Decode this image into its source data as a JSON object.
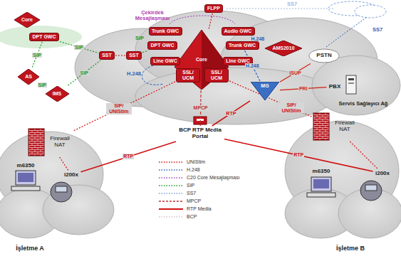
{
  "diagram": {
    "nodes": [
      {
        "text": [
          "Core"
        ]
      },
      {
        "text": [
          "DPT GWC"
        ]
      },
      {
        "text": [
          "SST"
        ]
      },
      {
        "text": [
          "SST"
        ]
      },
      {
        "text": [
          "AS"
        ]
      },
      {
        "text": [
          "IMS"
        ]
      },
      {
        "text": [
          "Core"
        ]
      },
      {
        "text": [
          "FLPP"
        ]
      },
      {
        "text": [
          "Trunk GWC"
        ]
      },
      {
        "text": [
          "Audio GWC"
        ]
      },
      {
        "text": [
          "DPT GWC"
        ]
      },
      {
        "text": [
          "Trunk GWC"
        ]
      },
      {
        "text": [
          "Line GWC"
        ]
      },
      {
        "text": [
          "Line GWC"
        ]
      },
      {
        "text": [
          "SSL/ UCM"
        ]
      },
      {
        "text": [
          "SSL/ UCM"
        ]
      },
      {
        "text": [
          "AMS2010"
        ]
      },
      {
        "text": [
          "PSTN"
        ]
      },
      {
        "text": [
          "MG"
        ]
      },
      {
        "text": [
          "PBX"
        ]
      },
      {
        "text": [
          "BCP RTP Media Portal"
        ]
      },
      {
        "text": [
          "Firewall NAT"
        ]
      },
      {
        "text": [
          "m6350"
        ]
      },
      {
        "text": [
          "i200x"
        ]
      },
      {
        "text": [
          "Firewall NAT"
        ]
      },
      {
        "text": [
          "m6350"
        ]
      },
      {
        "text": [
          "i200x"
        ]
      }
    ],
    "edges": [
      {
        "from": 1,
        "to": 2,
        "label": "SIP",
        "arrow": "none"
      },
      {
        "from": 2,
        "to": 3,
        "arrow": "none"
      },
      {
        "from": 3,
        "to": 10,
        "arrow": "none"
      },
      {
        "from": 1,
        "to": 4,
        "label": "SIP",
        "arrow": "none"
      },
      {
        "from": 4,
        "to": 5,
        "label": "SIP",
        "arrow": "none"
      },
      {
        "from": 5,
        "to": 2,
        "label": "SIP",
        "arrow": "none"
      },
      {
        "from": 7,
        "to": 6,
        "arrow": "none"
      },
      {
        "from": 9,
        "to": 16,
        "label": "H.248",
        "arrow": "none"
      },
      {
        "from": 11,
        "to": 18,
        "label": "H.248",
        "arrow": "none"
      },
      {
        "from": 18,
        "to": 17,
        "label": "ISUP",
        "arrow": "none"
      },
      {
        "from": 18,
        "to": 19,
        "label": "PRI",
        "arrow": "none"
      },
      {
        "from": 14,
        "to": 21,
        "label": "SIP/ UNIStim",
        "arrow": "none"
      },
      {
        "from": 21,
        "to": 23,
        "arrow": "none"
      },
      {
        "from": 15,
        "to": 24,
        "label": "SIP/ UNIStim",
        "arrow": "none"
      },
      {
        "from": 24,
        "to": 26,
        "arrow": "none"
      },
      {
        "from": 6,
        "to": 20,
        "label": "MPCP",
        "arrow": "none"
      },
      {
        "from": 20,
        "to": 23,
        "label": "RTP",
        "arrow": "none"
      },
      {
        "from": 20,
        "to": 26,
        "label": "RTP",
        "arrow": "none"
      },
      {
        "from": 20,
        "to": 18,
        "label": "RTP",
        "arrow": "none"
      }
    ],
    "labels": [
      "Çekirdek Mesajlaşması",
      "SS7",
      "SS7",
      "H.248",
      "SIP",
      "Servis Sağlayıcı Ağ",
      "İşletme A",
      "İşletme B"
    ],
    "legend": [
      {
        "text": "UNIStim"
      },
      {
        "text": "H.248"
      },
      {
        "text": "C20 Core Mesajlaşması"
      },
      {
        "text": "SIP"
      },
      {
        "text": "SS7"
      },
      {
        "text": "MPCP"
      },
      {
        "text": "RTP Media"
      },
      {
        "text": "BCP"
      }
    ]
  }
}
